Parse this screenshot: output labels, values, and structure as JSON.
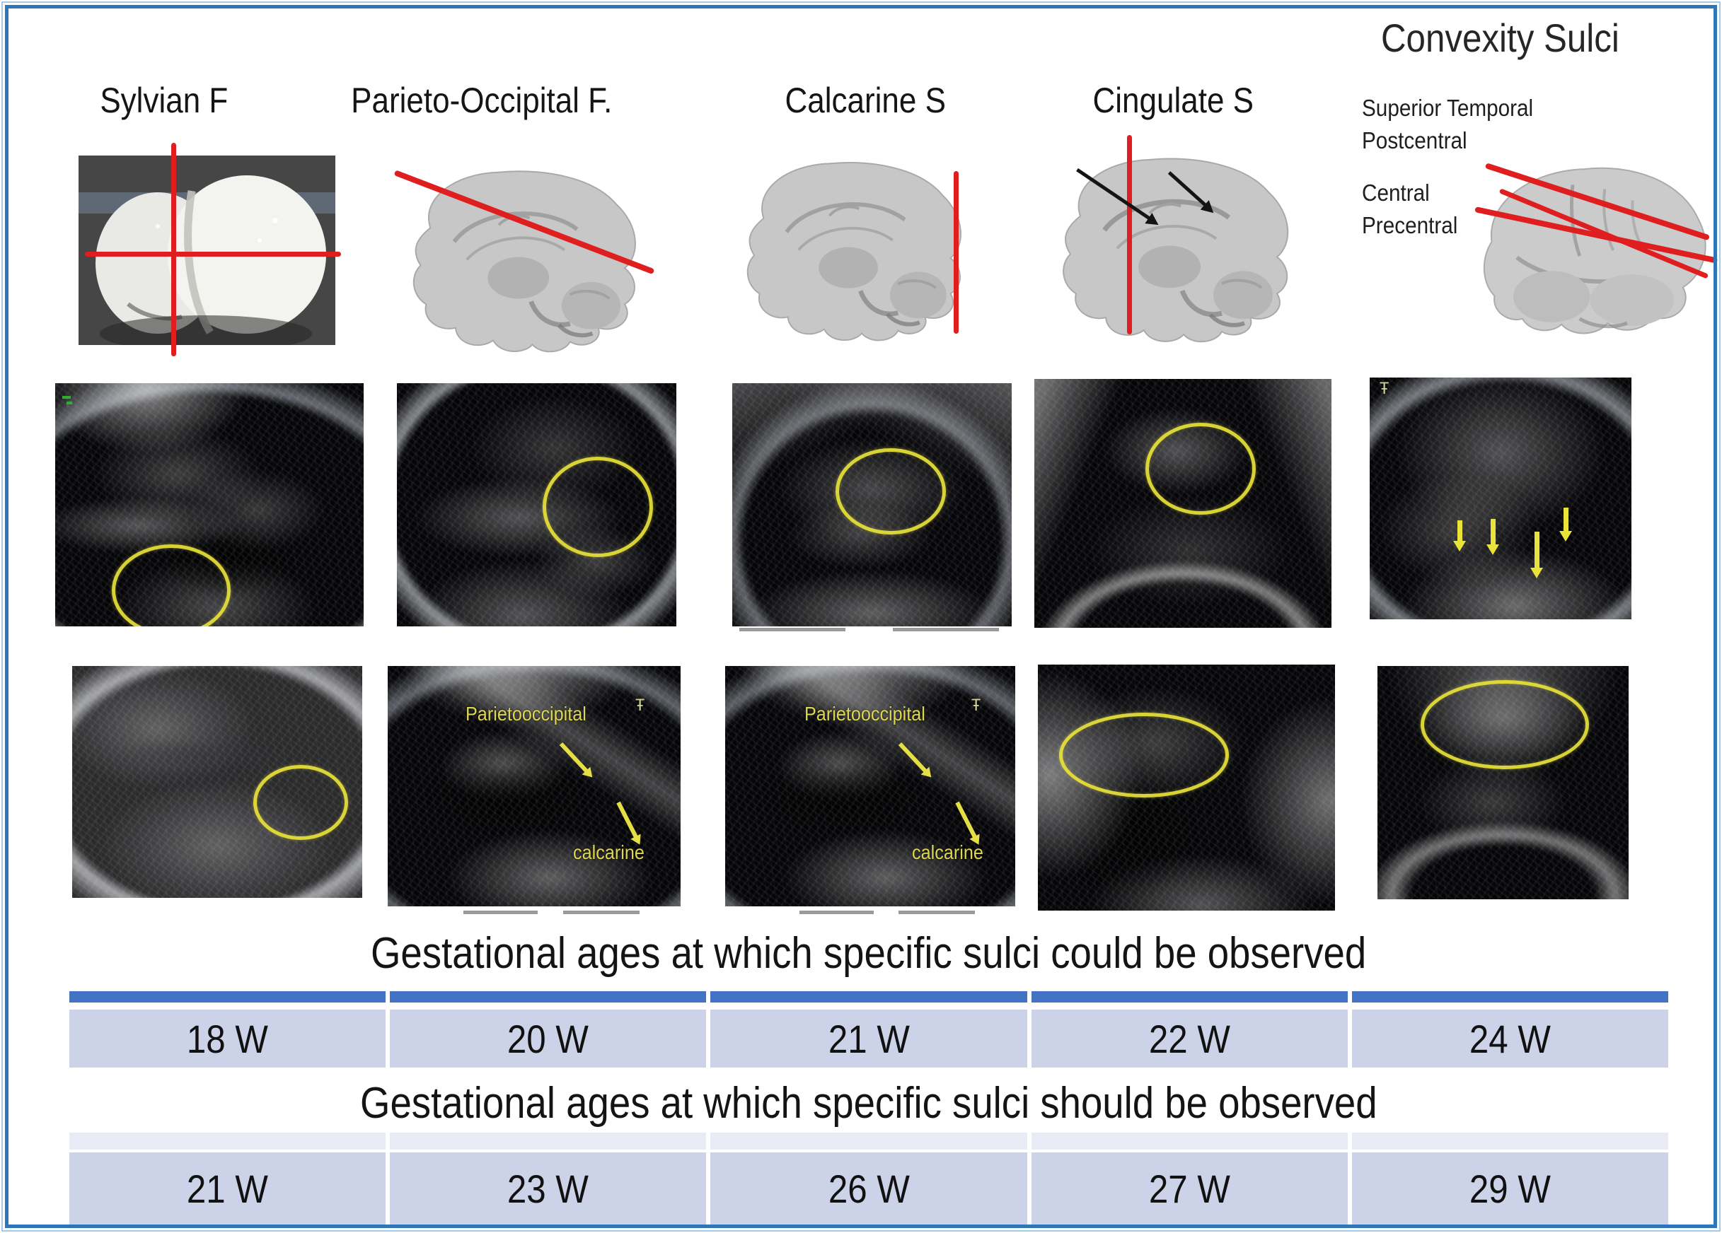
{
  "header": {
    "columns": [
      "Sylvian F",
      "Parieto-Occipital F.",
      "Calcarine S",
      "Cingulate S"
    ],
    "convexity": {
      "title": "Convexity Sulci",
      "group1": [
        "Superior Temporal",
        "Postcentral"
      ],
      "group2": [
        "Central",
        "Precentral"
      ]
    }
  },
  "ultrasound_labels": {
    "parietooccipital": "Parietooccipital",
    "calcarine": "calcarine"
  },
  "table": {
    "could_title": "Gestational ages at which specific sulci could be observed",
    "could_values": [
      "18 W",
      "20 W",
      "21 W",
      "22 W",
      "24 W"
    ],
    "should_title": "Gestational ages at which specific sulci should be observed",
    "should_values": [
      "21 W",
      "23 W",
      "26 W",
      "27 W",
      "29 W"
    ]
  },
  "colors": {
    "annotation_red": "#df1f1f",
    "annotation_yellow": "#e9e33a",
    "table_bar_blue": "#4472c4",
    "table_cell_lavender": "#ccd3e8",
    "table_strip_light": "#e9ecf6",
    "figure_border_blue": "#2f76b8"
  }
}
